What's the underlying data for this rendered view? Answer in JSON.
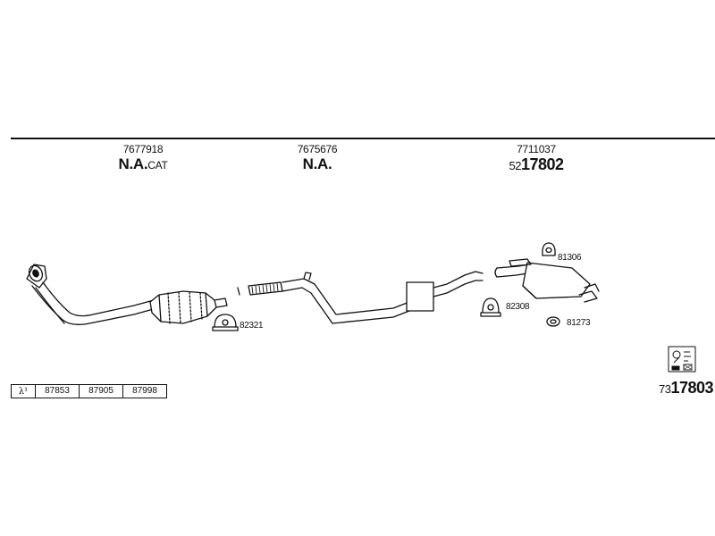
{
  "sections": [
    {
      "part_number": "7677918",
      "label": "N.A.",
      "suffix": "CAT"
    },
    {
      "part_number": "7675676",
      "label": "N.A.",
      "suffix": ""
    },
    {
      "part_number": "7711037",
      "prefix": "52",
      "code": "17802"
    }
  ],
  "callouts": {
    "clamp_front": "82321",
    "hanger_top": "81306",
    "clamp_rear": "82308",
    "ring_rear": "81273"
  },
  "sensor_table": {
    "symbol": "λ¹",
    "values": [
      "87853",
      "87905",
      "87998"
    ]
  },
  "kit_code": {
    "prefix": "73",
    "code": "17803"
  },
  "icons": {
    "manual": "manual-book-icon"
  }
}
